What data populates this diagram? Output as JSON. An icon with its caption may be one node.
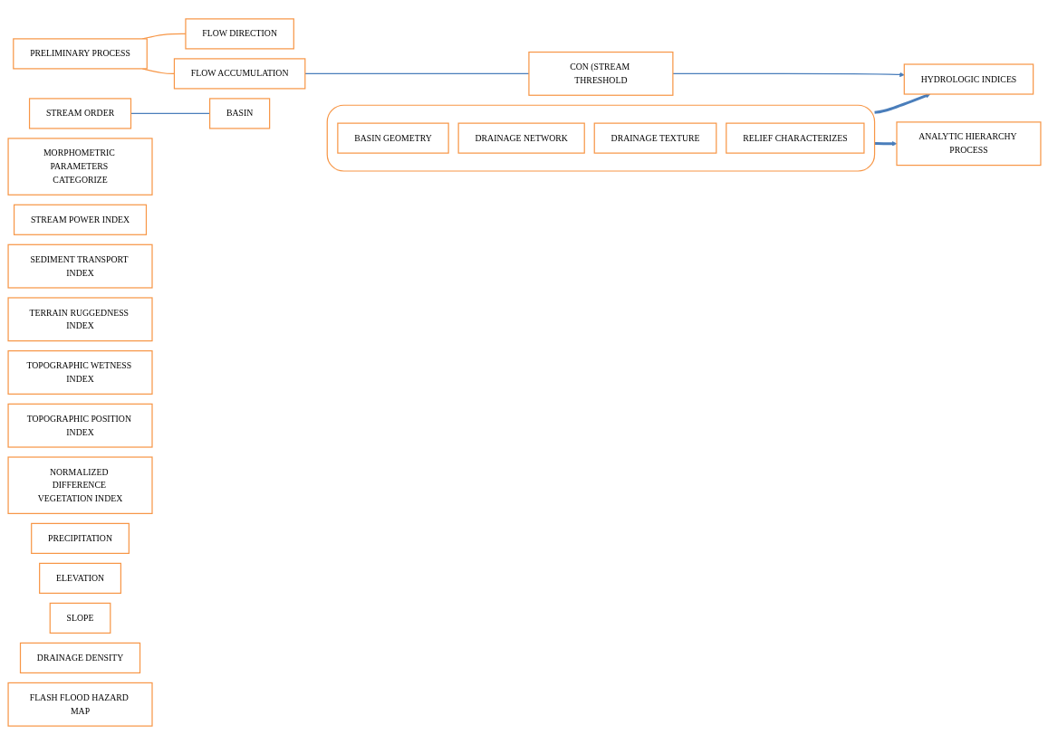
{
  "diagram": {
    "nodes": [
      {
        "text": [
          "PRELIMINARY PROCESS"
        ]
      },
      {
        "text": [
          "FLOW DIRECTION"
        ]
      },
      {
        "text": [
          "FLOW ACCUMULATION"
        ]
      },
      {
        "text": [
          "CON (STREAM THRESHOLD"
        ]
      },
      {
        "text": [
          "STREAM ORDER"
        ]
      },
      {
        "text": [
          "BASIN"
        ]
      },
      {
        "text": [
          "MORPHOMETRIC PARAMETERS CATEGORIZE"
        ]
      },
      {
        "text": [],
        "shape": "box"
      },
      {
        "text": [
          "BASIN GEOMETRY"
        ],
        "in": 7
      },
      {
        "text": [
          "DRAINAGE NETWORK"
        ],
        "in": 7
      },
      {
        "text": [
          "DRAINAGE TEXTURE"
        ],
        "in": 7
      },
      {
        "text": [
          "RELIEF CHARACTERIZES"
        ],
        "in": 7
      },
      {
        "text": [
          "HYDROLOGIC INDICES"
        ]
      },
      {
        "text": [
          "STREAM POWER INDEX"
        ]
      },
      {
        "text": [
          "SEDIMENT TRANSPORT INDEX"
        ]
      },
      {
        "text": [
          "TERRAIN RUGGEDNESS INDEX"
        ]
      },
      {
        "text": [
          "TOPOGRAPHIC WETNESS INDEX"
        ]
      },
      {
        "text": [
          "TOPOGRAPHIC POSITION INDEX"
        ]
      },
      {
        "text": [
          "NORMALIZED DIFFERENCE VEGETATION INDEX"
        ]
      },
      {
        "text": [
          "PRECIPITATION"
        ]
      },
      {
        "text": [
          "ELEVATION"
        ]
      },
      {
        "text": [
          "SLOPE"
        ]
      },
      {
        "text": [
          "DRAINAGE DENSITY"
        ]
      },
      {
        "text": [
          "ANALYTIC HIERARCHY PROCESS"
        ]
      },
      {
        "text": [
          "FLASH FLOOD HAZARD MAP"
        ]
      }
    ],
    "edges": [
      {
        "from": 0,
        "to": 1,
        "arrow": "none",
        "color": "#f79646"
      },
      {
        "from": 0,
        "to": 2,
        "arrow": "none",
        "color": "#f79646"
      },
      {
        "from": 2,
        "to": 3,
        "arrow": "none"
      },
      {
        "from": 4,
        "to": 5,
        "arrow": "none"
      },
      {
        "from": 3,
        "to": 12,
        "arrow": "to"
      },
      {
        "from": 7,
        "to": 12,
        "arrow": "to",
        "style": "thick"
      },
      {
        "from": 7,
        "to": 23,
        "arrow": "to",
        "style": "thick"
      }
    ]
  }
}
